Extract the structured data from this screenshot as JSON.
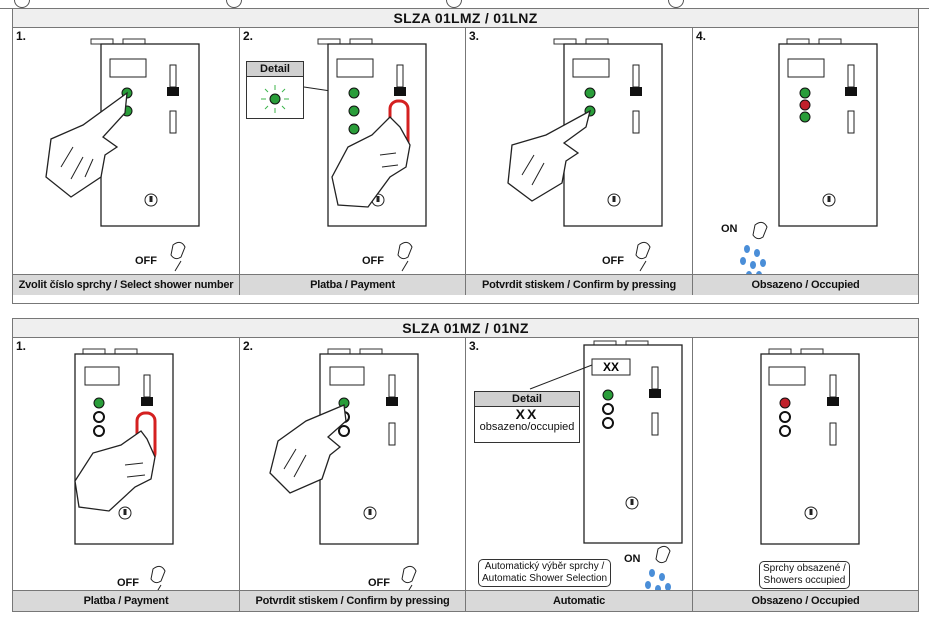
{
  "sections": [
    {
      "title": "SLZA 01LMZ / 01LNZ",
      "panels": [
        {
          "num": "1.",
          "caption": "Zvolit číslo sprchy / Select shower number",
          "state": "OFF"
        },
        {
          "num": "2.",
          "caption": "Platba / Payment",
          "state": "OFF",
          "detail": "Detail"
        },
        {
          "num": "3.",
          "caption": "Potvrdit stiskem / Confirm by pressing",
          "state": "OFF"
        },
        {
          "num": "4.",
          "caption": "Obsazeno / Occupied",
          "state": "ON"
        }
      ]
    },
    {
      "title": "SLZA 01MZ / 01NZ",
      "panels": [
        {
          "num": "1.",
          "caption": "Platba / Payment",
          "state": "OFF"
        },
        {
          "num": "2.",
          "caption": "Potvrdit stiskem / Confirm by pressing",
          "state": "OFF"
        },
        {
          "num": "3.",
          "caption": "Automatic",
          "state": "ON",
          "detail": "Detail",
          "detail_text": "obsazeno/occupied",
          "note": [
            "Automatický výběr sprchy /",
            "Automatic Shower Selection"
          ]
        },
        {
          "num": "",
          "caption": "Obsazeno / Occupied",
          "note": [
            "Sprchy obsazené /",
            "Showers occupied"
          ]
        }
      ]
    }
  ],
  "colors": {
    "led_green": "#2a9d3a",
    "led_red": "#c0202a",
    "card": "#d42020",
    "water": "#4a8ed8",
    "caption_bg": "#d9d9d9"
  }
}
